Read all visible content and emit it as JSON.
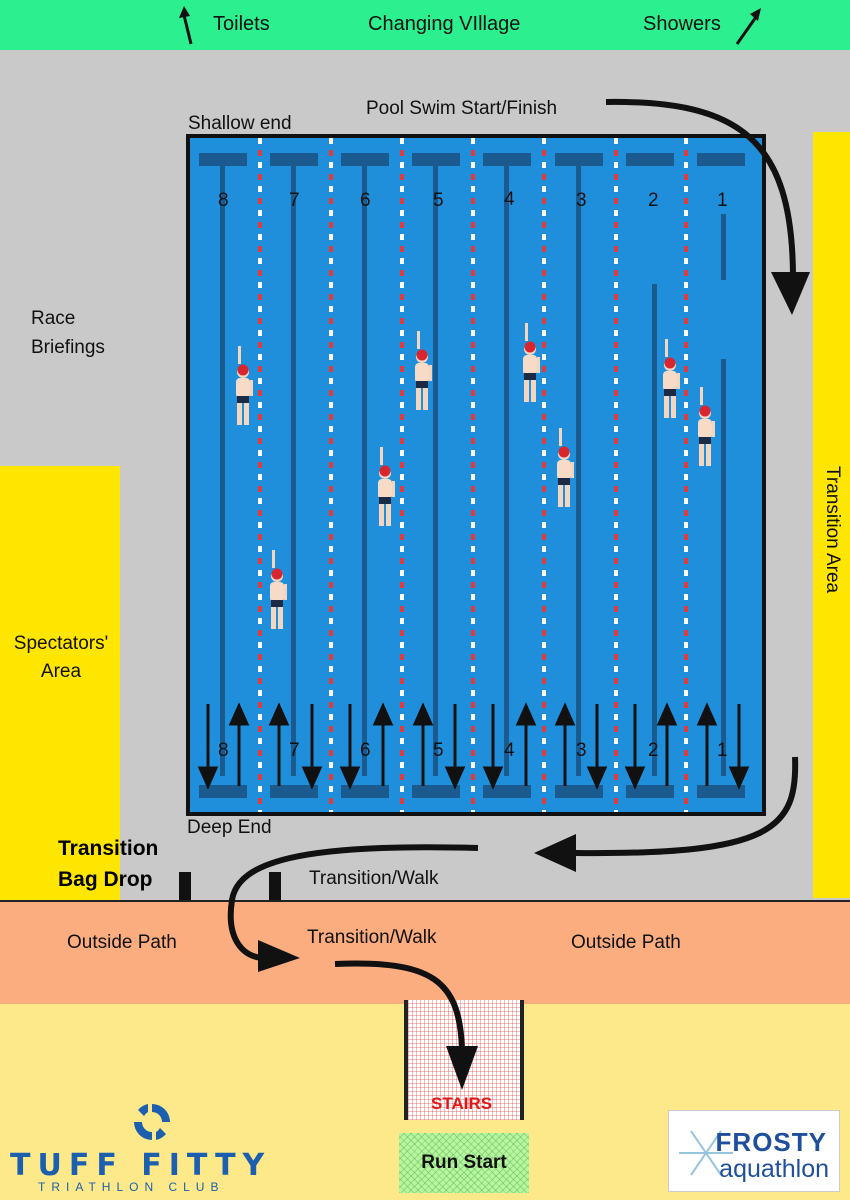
{
  "header": {
    "toilets": "Toilets",
    "changing_village": "Changing VIllage",
    "showers": "Showers"
  },
  "pool": {
    "shallow_end": "Shallow end",
    "deep_end": "Deep End",
    "swim_start_finish": "Pool Swim Start/Finish",
    "lanes": [
      "8",
      "7",
      "6",
      "5",
      "4",
      "3",
      "2",
      "1"
    ]
  },
  "areas": {
    "race_briefings": "Race Briefings",
    "spectators_area": "Spectators' Area",
    "transition_area": "Transition Area",
    "transition_bag_drop": "Transition Bag Drop",
    "transition_walk_upper": "Transition/Walk",
    "transition_walk_lower": "Transition/Walk",
    "outside_path_left": "Outside Path",
    "outside_path_right": "Outside Path",
    "stairs": "STAIRS",
    "run_start": "Run Start"
  },
  "logos": {
    "tuff_fitty_name": "TUFF FITTY",
    "tuff_fitty_sub": "TRIATHLON CLUB",
    "frosty": "FROSTY",
    "aquathlon": "aquathlon"
  },
  "colors": {
    "header": "#2cf08f",
    "pool_water": "#1f8fdc",
    "transition_area": "#ffe600",
    "outside_path": "#fbad7f",
    "stairs_text": "#e01818"
  }
}
